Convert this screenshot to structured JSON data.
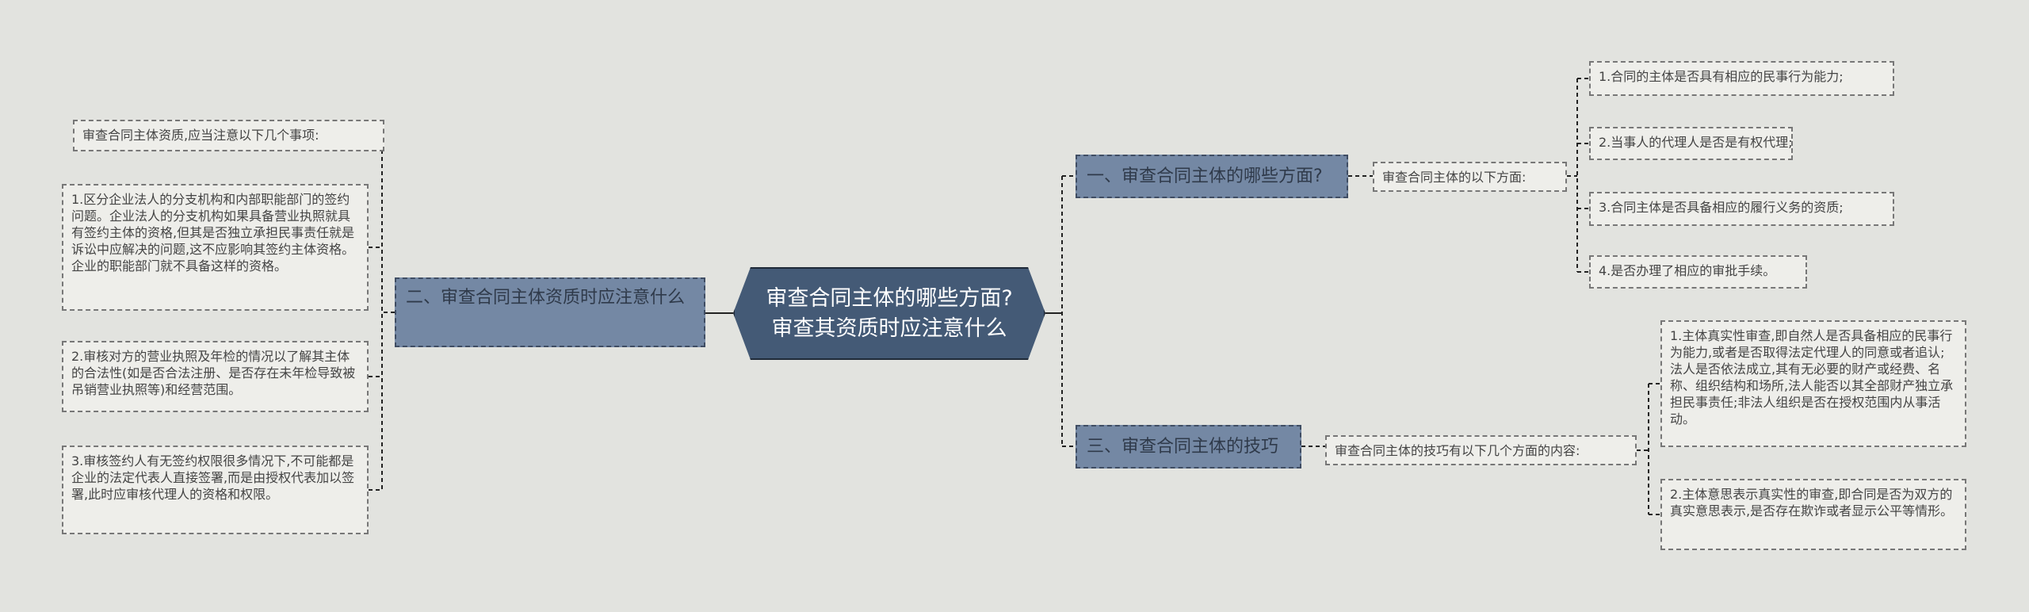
{
  "root": {
    "line1": "审查合同主体的哪些方面?",
    "line2": "审查其资质时应注意什么"
  },
  "topic1": {
    "label": "一、审查合同主体的哪些方面?",
    "note": "审查合同主体的以下方面:",
    "items": [
      "1.合同的主体是否具有相应的民事行为能力;",
      "2.当事人的代理人是否是有权代理;",
      "3.合同主体是否具备相应的履行义务的资质;",
      "4.是否办理了相应的审批手续。"
    ]
  },
  "topic2": {
    "label": "二、审查合同主体资质时应注意什么",
    "note": "审查合同主体资质,应当注意以下几个事项:",
    "items": [
      "1.区分企业法人的分支机构和内部职能部门的签约问题。企业法人的分支机构如果具备营业执照就具有签约主体的资格,但其是否独立承担民事责任就是诉讼中应解决的问题,这不应影响其签约主体资格。企业的职能部门就不具备这样的资格。",
      "2.审核对方的营业执照及年检的情况以了解其主体的合法性(如是否合法注册、是否存在未年检导致被吊销营业执照等)和经营范围。",
      "3.审核签约人有无签约权限很多情况下,不可能都是企业的法定代表人直接签署,而是由授权代表加以签署,此时应审核代理人的资格和权限。"
    ]
  },
  "topic3": {
    "label": "三、审查合同主体的技巧",
    "note": "审查合同主体的技巧有以下几个方面的内容:",
    "items": [
      "1.主体真实性审查,即自然人是否具备相应的民事行为能力,或者是否取得法定代理人的同意或者追认;法人是否依法成立,其有无必要的财产或经费、名称、组织结构和场所,法人能否以其全部财产独立承担民事责任;非法人组织是否在授权范围内从事活动。",
      "2.主体意思表示真实性的审查,即合同是否为双方的真实意思表示,是否存在欺诈或者显示公平等情形。"
    ]
  },
  "colors": {
    "background": "#e2e3df",
    "root_fill": "#445a76",
    "topic_fill": "#7488a4",
    "leaf_fill": "#eeeeea",
    "connector": "#222222"
  }
}
